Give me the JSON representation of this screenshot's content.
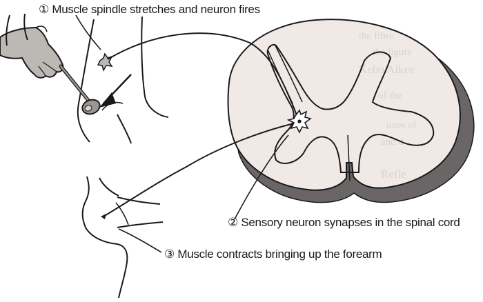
{
  "labels": {
    "step1": "① Muscle spindle stretches and neuron fires",
    "step2": "② Sensory neuron synapses in the spinal cord",
    "step3": "③ Muscle contracts bringing up the forearm"
  },
  "colors": {
    "line": "#1a1a1a",
    "cord_fill": "#f1e9e6",
    "cord_shadow": "#6a6668",
    "hand_fill": "#bcb8b4",
    "paper": "#ffffff"
  },
  "icons": [
    "hammer-icon",
    "hand-icon",
    "neuron-icon",
    "spindle-icon"
  ]
}
